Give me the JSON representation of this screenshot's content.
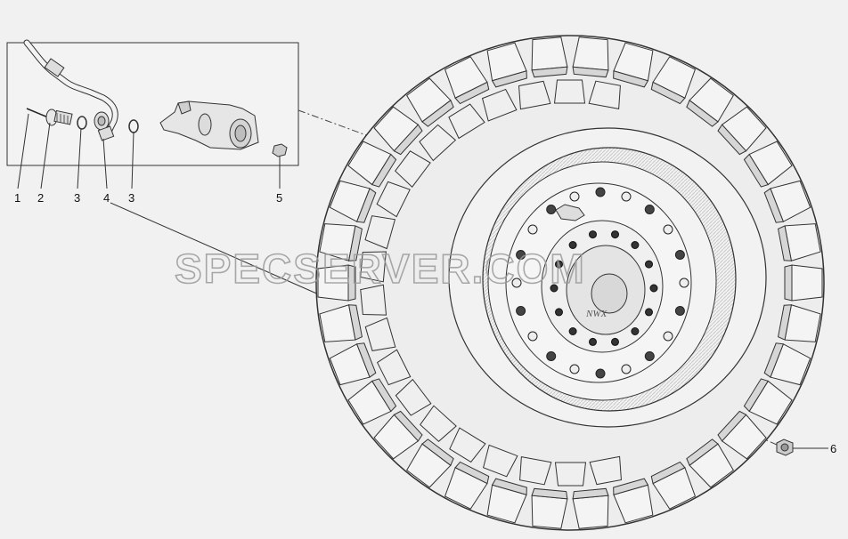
{
  "diagram": {
    "callouts": [
      "1",
      "2",
      "3",
      "4",
      "3",
      "5",
      "6"
    ],
    "watermark": "SPECSERVER.COM",
    "hub_marking": "NWX"
  }
}
